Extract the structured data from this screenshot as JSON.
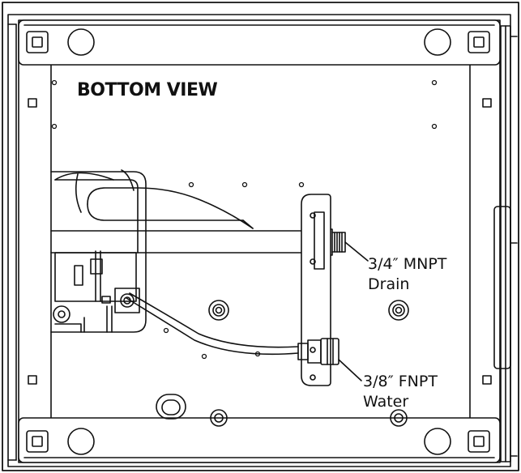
{
  "drawing": {
    "title": "BOTTOM VIEW",
    "callouts": {
      "drain": {
        "size": "3/4″ MNPT",
        "label": "Drain"
      },
      "water": {
        "size": "3/8″ FNPT",
        "label": "Water"
      }
    }
  },
  "colors": {
    "line": "#111111",
    "paper": "#ffffff",
    "panel": "#ffffff"
  },
  "icons": {
    "corner_bolt": "square-bolt-icon",
    "mount_hole": "round-hole-icon",
    "screw": "small-screw-icon",
    "grommet": "grommet-icon"
  }
}
